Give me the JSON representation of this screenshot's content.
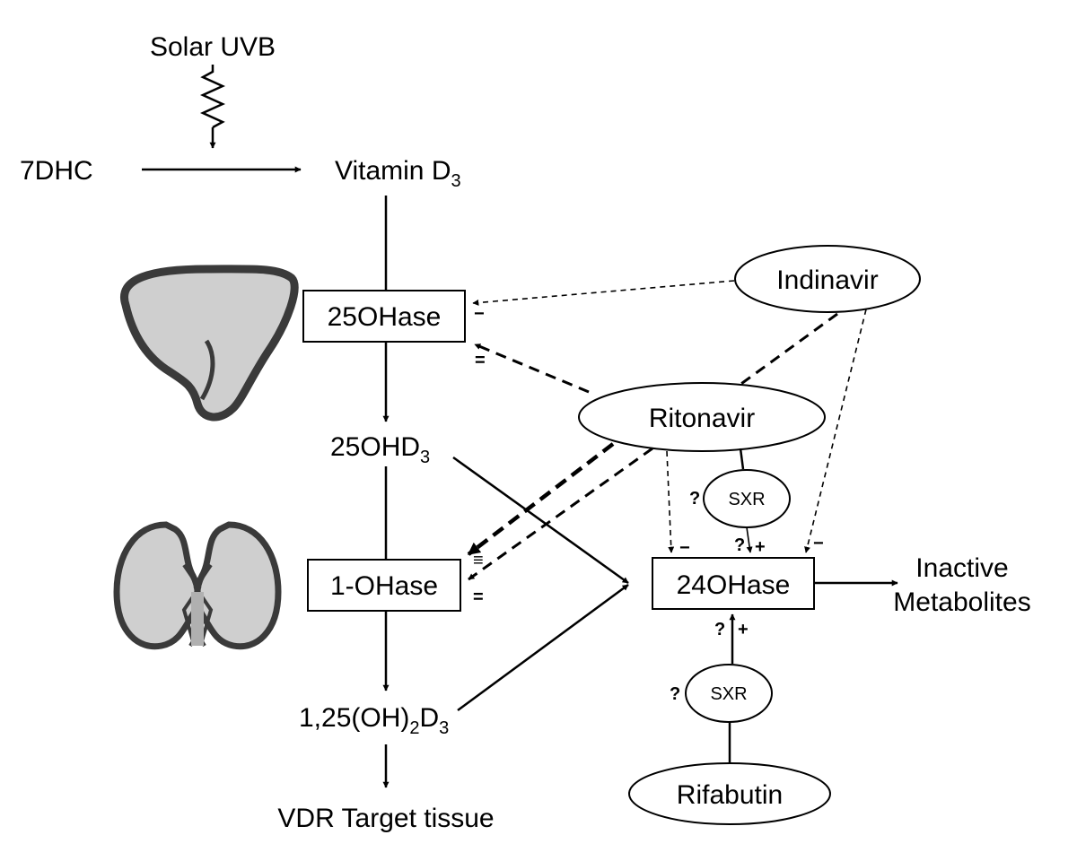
{
  "nodes": {
    "solar_uvb": "Solar UVB",
    "dhc7": "7DHC",
    "vitamin_d3": {
      "main": "Vitamin D",
      "sub": "3"
    },
    "ohase25": "25OHase",
    "ohd3_25": {
      "main": "25OHD",
      "sub": "3"
    },
    "ohase1": "1-OHase",
    "d3_125": {
      "part1": "1,25(OH)",
      "sub1": "2",
      "part2": "D",
      "sub2": "3"
    },
    "vdr_target": "VDR Target tissue",
    "indinavir": "Indinavir",
    "ritonavir": "Ritonavir",
    "sxr_top": "SXR",
    "ohase24": "24OHase",
    "inactive": {
      "line1": "Inactive",
      "line2": "Metabolites"
    },
    "sxr_bottom": "SXR",
    "rifabutin": "Rifabutin"
  },
  "marks": {
    "minus": "−",
    "double_minus": "=",
    "triple_minus": "≡",
    "question": "?",
    "plus": "+"
  },
  "icons": {
    "liver": "liver-icon",
    "kidney": "kidney-icon",
    "uvb": "wavy-arrow-icon"
  },
  "colors": {
    "organ_fill": "#cfcfcf",
    "organ_outline": "#3a3a3a",
    "kidney_core": "#b0b0b0"
  }
}
